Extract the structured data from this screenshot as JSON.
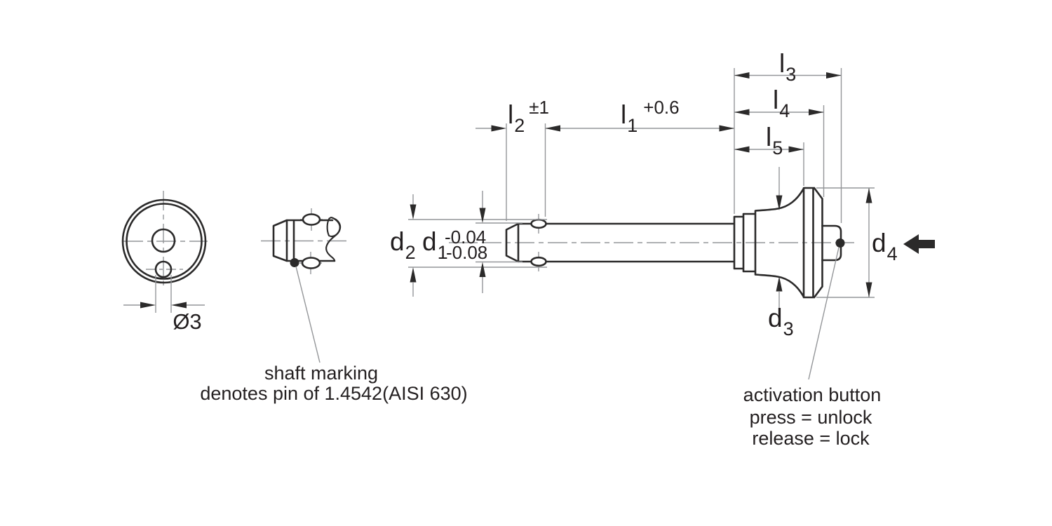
{
  "dimensions": {
    "ball_diameter": "Ø3",
    "l1": {
      "base": "l",
      "sub": "1",
      "tolerance": "+0.6"
    },
    "l2": {
      "base": "l",
      "sub": "2",
      "tolerance": "±1"
    },
    "l3": {
      "base": "l",
      "sub": "3"
    },
    "l4": {
      "base": "l",
      "sub": "4"
    },
    "l5": {
      "base": "l",
      "sub": "5"
    },
    "d1": {
      "base": "d",
      "sub": "1",
      "tolerance_upper": "-0.04",
      "tolerance_lower": "-0.08"
    },
    "d2": {
      "base": "d",
      "sub": "2"
    },
    "d3": {
      "base": "d",
      "sub": "3"
    },
    "d4": {
      "base": "d",
      "sub": "4"
    }
  },
  "annotations": {
    "shaft_marking": {
      "line1": "shaft marking",
      "line2": "denotes pin of 1.4542(AISI 630)"
    },
    "activation_button": {
      "line1": "activation button",
      "line2": "press = unlock",
      "line3": "release = lock"
    }
  },
  "colors": {
    "object_line": "#2b2a2a",
    "thin_line": "#949699",
    "text": "#231f20",
    "background": "#ffffff"
  }
}
